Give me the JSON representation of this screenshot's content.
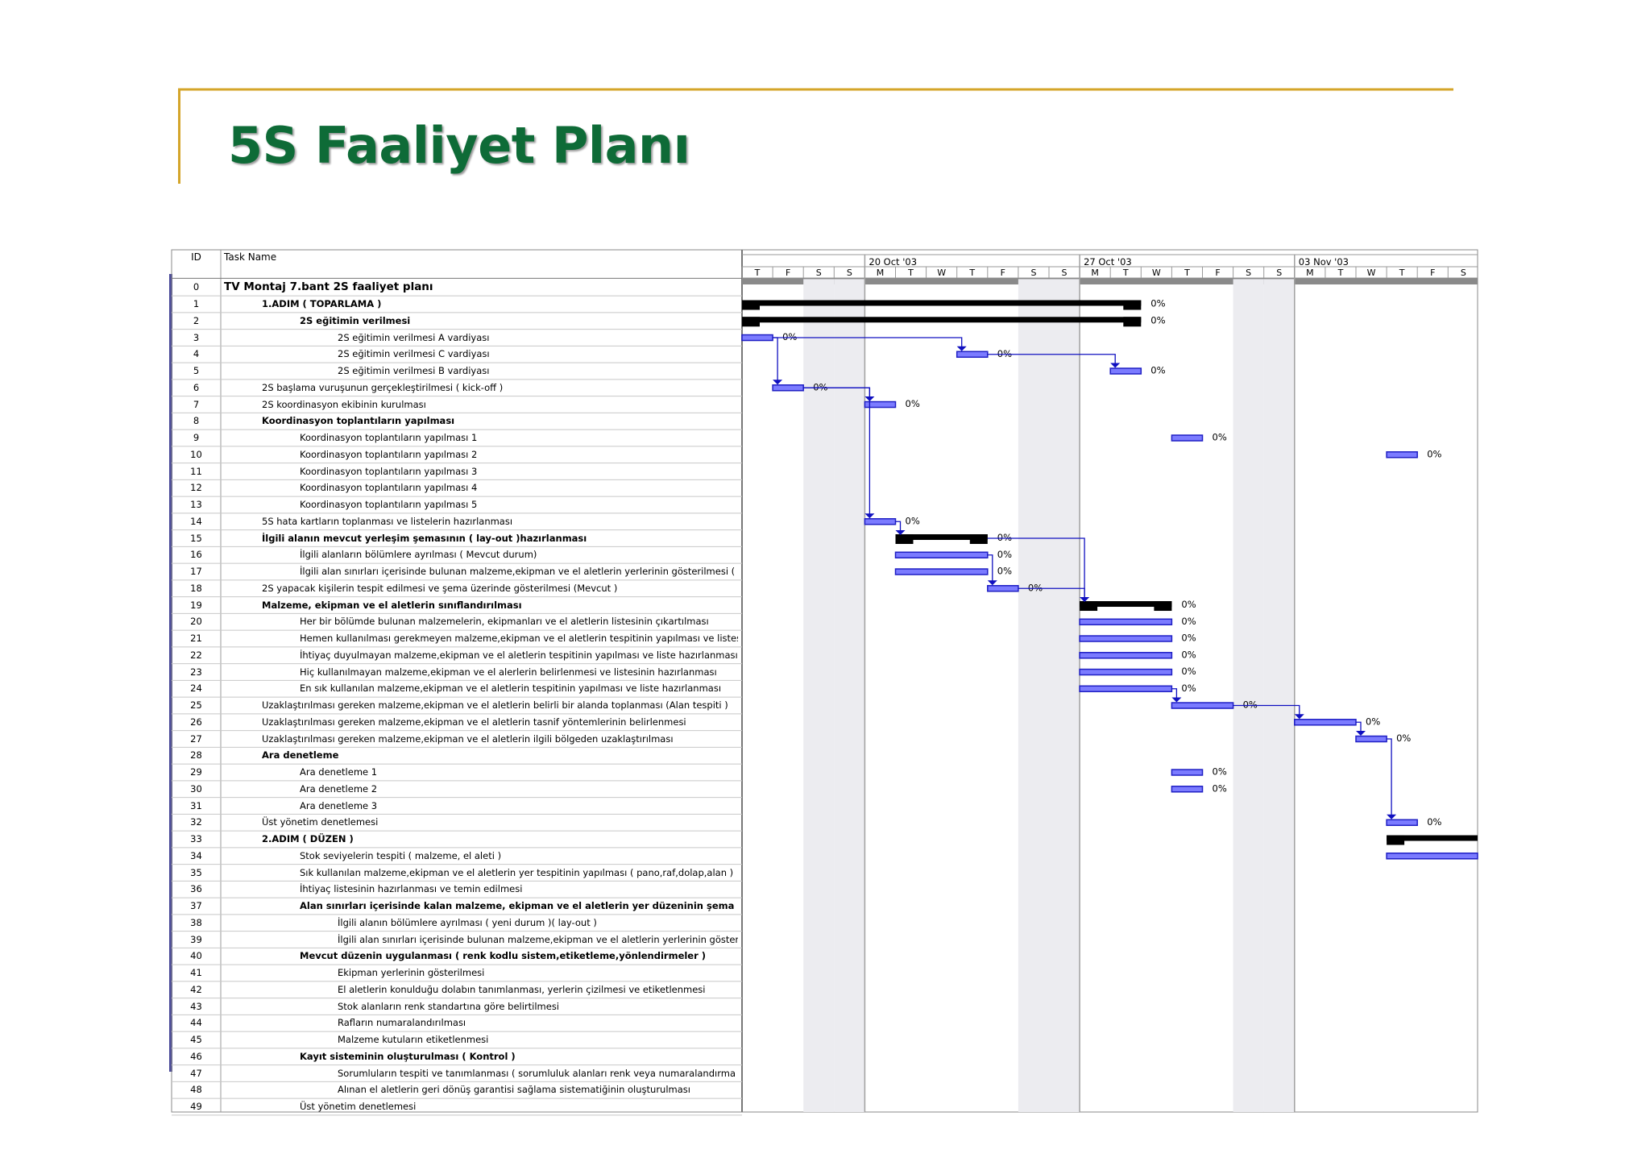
{
  "slide": {
    "title": "5S Faaliyet Planı"
  },
  "colors": {
    "title": "#0e6b37",
    "accent_rule": "#d4a52a",
    "task_bar": "#7b7bff",
    "task_bar_border": "#1f1fc4",
    "summary_bar": "#000000",
    "link": "#1010c0"
  },
  "table": {
    "id_header": "ID",
    "name_header": "Task Name"
  },
  "chart_data": {
    "type": "gantt",
    "timescale": {
      "weeks": [
        "20 Oct '03",
        "27 Oct '03",
        "03 Nov '03"
      ],
      "days": [
        "T",
        "F",
        "S",
        "S",
        "M",
        "T",
        "W",
        "T",
        "F",
        "S",
        "S",
        "M",
        "T",
        "W",
        "T",
        "F",
        "S",
        "S",
        "M",
        "T",
        "W",
        "T",
        "F",
        "S"
      ],
      "first_day": "2003-10-16",
      "nonworking_days": [
        "2003-10-18",
        "2003-10-19",
        "2003-10-25",
        "2003-10-26",
        "2003-11-01",
        "2003-11-02"
      ]
    },
    "tasks": [
      {
        "id": "0",
        "name": "TV Montaj 7.bant 2S faaliyet planı",
        "level": 0,
        "summary": true
      },
      {
        "id": "1",
        "name": "1.ADIM ( TOPARLAMA )",
        "level": 1,
        "summary": true,
        "start": "2003-10-16",
        "end": "2003-10-29",
        "pct": "0%"
      },
      {
        "id": "2",
        "name": "2S eğitimin verilmesi",
        "level": 2,
        "summary": true,
        "start": "2003-10-16",
        "end": "2003-10-29",
        "pct": "0%"
      },
      {
        "id": "3",
        "name": "2S eğitimin verilmesi A vardiyası",
        "level": 3,
        "start": "2003-10-16",
        "end": "2003-10-17",
        "pct": "0%"
      },
      {
        "id": "4",
        "name": "2S eğitimin verilmesi C vardiyası",
        "level": 3,
        "start": "2003-10-23",
        "end": "2003-10-24",
        "pct": "0%"
      },
      {
        "id": "5",
        "name": "2S eğitimin verilmesi B vardiyası",
        "level": 3,
        "start": "2003-10-28",
        "end": "2003-10-29",
        "pct": "0%"
      },
      {
        "id": "6",
        "name": "2S başlama vuruşunun gerçekleştirilmesi ( kick-off )",
        "level": 1,
        "start": "2003-10-17",
        "end": "2003-10-18",
        "pct": "0%"
      },
      {
        "id": "7",
        "name": "2S koordinasyon ekibinin kurulması",
        "level": 1,
        "start": "2003-10-20",
        "end": "2003-10-21",
        "pct": "0%"
      },
      {
        "id": "8",
        "name": "Koordinasyon toplantıların yapılması",
        "level": 1,
        "summary": true
      },
      {
        "id": "9",
        "name": "Koordinasyon toplantıların yapılması 1",
        "level": 2,
        "start": "2003-10-30",
        "end": "2003-10-31",
        "pct": "0%"
      },
      {
        "id": "10",
        "name": "Koordinasyon toplantıların yapılması 2",
        "level": 2,
        "start": "2003-11-06",
        "end": "2003-11-07",
        "pct": "0%"
      },
      {
        "id": "11",
        "name": "Koordinasyon toplantıların yapılması 3",
        "level": 2
      },
      {
        "id": "12",
        "name": "Koordinasyon toplantıların yapılması 4",
        "level": 2
      },
      {
        "id": "13",
        "name": "Koordinasyon toplantıların yapılması 5",
        "level": 2
      },
      {
        "id": "14",
        "name": "5S hata kartların toplanması ve listelerin hazırlanması",
        "level": 1,
        "start": "2003-10-20",
        "end": "2003-10-21",
        "pct": "0%"
      },
      {
        "id": "15",
        "name": "İlgili alanın mevcut yerleşim şemasının ( lay-out )hazırlanması",
        "level": 1,
        "summary": true,
        "start": "2003-10-21",
        "end": "2003-10-24",
        "pct": "0%"
      },
      {
        "id": "16",
        "name": "İlgili alanların bölümlere ayrılması ( Mevcut durum)",
        "level": 2,
        "start": "2003-10-21",
        "end": "2003-10-24",
        "pct": "0%"
      },
      {
        "id": "17",
        "name": "İlgili alan sınırları içerisinde bulunan malzeme,ekipman ve el aletlerin yerlerinin gösterilmesi ( Me",
        "level": 2,
        "start": "2003-10-21",
        "end": "2003-10-24",
        "pct": "0%"
      },
      {
        "id": "18",
        "name": "2S yapacak kişilerin tespit edilmesi ve şema üzerinde gösterilmesi (Mevcut )",
        "level": 1,
        "start": "2003-10-24",
        "end": "2003-10-25",
        "pct": "0%"
      },
      {
        "id": "19",
        "name": "Malzeme, ekipman ve el aletlerin sınıflandırılması",
        "level": 1,
        "summary": true,
        "start": "2003-10-27",
        "end": "2003-10-30",
        "pct": "0%"
      },
      {
        "id": "20",
        "name": "Her bir bölümde bulunan malzemelerin, ekipmanları ve el aletlerin listesinin çıkartılması",
        "level": 2,
        "start": "2003-10-27",
        "end": "2003-10-30",
        "pct": "0%"
      },
      {
        "id": "21",
        "name": "Hemen kullanılması gerekmeyen malzeme,ekipman ve el aletlerin tespitinin yapılması ve listesir",
        "level": 2,
        "start": "2003-10-27",
        "end": "2003-10-30",
        "pct": "0%"
      },
      {
        "id": "22",
        "name": "İhtiyaç duyulmayan malzeme,ekipman ve el aletlerin tespitinin yapılması ve liste hazırlanması",
        "level": 2,
        "start": "2003-10-27",
        "end": "2003-10-30",
        "pct": "0%"
      },
      {
        "id": "23",
        "name": "Hiç kullanılmayan malzeme,ekipman ve el alerlerin belirlenmesi ve listesinin hazırlanması",
        "level": 2,
        "start": "2003-10-27",
        "end": "2003-10-30",
        "pct": "0%"
      },
      {
        "id": "24",
        "name": "En sık kullanılan malzeme,ekipman ve el aletlerin tespitinin yapılması ve liste hazırlanması",
        "level": 2,
        "start": "2003-10-27",
        "end": "2003-10-30",
        "pct": "0%"
      },
      {
        "id": "25",
        "name": "Uzaklaştırılması gereken malzeme,ekipman ve el aletlerin belirli bir alanda toplanması (Alan tespiti )",
        "level": 1,
        "start": "2003-10-30",
        "end": "2003-11-01",
        "pct": "0%"
      },
      {
        "id": "26",
        "name": "Uzaklaştırılması gereken malzeme,ekipman ve el aletlerin tasnif yöntemlerinin belirlenmesi",
        "level": 1,
        "start": "2003-11-03",
        "end": "2003-11-05",
        "pct": "0%"
      },
      {
        "id": "27",
        "name": "Uzaklaştırılması gereken malzeme,ekipman ve el aletlerin ilgili bölgeden uzaklaştırılması",
        "level": 1,
        "start": "2003-11-05",
        "end": "2003-11-06",
        "pct": "0%"
      },
      {
        "id": "28",
        "name": "Ara denetleme",
        "level": 1,
        "summary": true
      },
      {
        "id": "29",
        "name": "Ara denetleme 1",
        "level": 2,
        "start": "2003-10-30",
        "end": "2003-10-31",
        "pct": "0%"
      },
      {
        "id": "30",
        "name": "Ara denetleme 2",
        "level": 2,
        "start": "2003-10-30",
        "end": "2003-10-31",
        "pct": "0%"
      },
      {
        "id": "31",
        "name": "Ara denetleme 3",
        "level": 2
      },
      {
        "id": "32",
        "name": "Üst yönetim denetlemesi",
        "level": 1,
        "start": "2003-11-06",
        "end": "2003-11-07",
        "pct": "0%"
      },
      {
        "id": "33",
        "name": "2.ADIM ( DÜZEN )",
        "level": 1,
        "summary": true,
        "start": "2003-11-06",
        "end": "2003-11-09"
      },
      {
        "id": "34",
        "name": "Stok seviyelerin tespiti ( malzeme, el aleti )",
        "level": 2,
        "start": "2003-11-06",
        "end": "2003-11-09"
      },
      {
        "id": "35",
        "name": "Sık kullanılan malzeme,ekipman ve el aletlerin  yer tespitinin yapılması ( pano,raf,dolap,alan )",
        "level": 2
      },
      {
        "id": "36",
        "name": "İhtiyaç listesinin hazırlanması ve temin edilmesi",
        "level": 2
      },
      {
        "id": "37",
        "name": "Alan sınırları içerisinde kalan malzeme, ekipman ve el aletlerin yer düzeninin şema üzerinc",
        "level": 2,
        "summary": true
      },
      {
        "id": "38",
        "name": "İlgili alanın bölümlere ayrılması ( yeni durum )( lay-out )",
        "level": 3
      },
      {
        "id": "39",
        "name": "İlgili alan sınırları içerisinde bulunan malzeme,ekipman ve el aletlerin yerlerinin gösterilr",
        "level": 3
      },
      {
        "id": "40",
        "name": "Mevcut düzenin uygulanması ( renk kodlu sistem,etiketleme,yönlendirmeler )",
        "level": 2,
        "summary": true
      },
      {
        "id": "41",
        "name": "Ekipman yerlerinin gösterilmesi",
        "level": 3
      },
      {
        "id": "42",
        "name": "El aletlerin konulduğu dolabın tanımlanması, yerlerin çizilmesi ve etiketlenmesi",
        "level": 3
      },
      {
        "id": "43",
        "name": "Stok alanların renk standartına göre belirtilmesi",
        "level": 3
      },
      {
        "id": "44",
        "name": "Rafların numaralandırılması",
        "level": 3
      },
      {
        "id": "45",
        "name": "Malzeme kutuların etiketlenmesi",
        "level": 3
      },
      {
        "id": "46",
        "name": "Kayıt sisteminin oluşturulması ( Kontrol )",
        "level": 2,
        "summary": true
      },
      {
        "id": "47",
        "name": "Sorumluların tespiti ve tanımlanması ( sorumluluk alanları renk veya numaralandırma ile",
        "level": 3
      },
      {
        "id": "48",
        "name": "Alınan el aletlerin geri dönüş garantisi sağlama sistematiğinin oluşturulması",
        "level": 3
      },
      {
        "id": "49",
        "name": "Üst yönetim denetlemesi",
        "level": 2
      }
    ],
    "links": [
      [
        "3",
        "6"
      ],
      [
        "3",
        "4"
      ],
      [
        "4",
        "5"
      ],
      [
        "6",
        "7"
      ],
      [
        "6",
        "14"
      ],
      [
        "14",
        "15"
      ],
      [
        "16",
        "18"
      ],
      [
        "15",
        "19"
      ],
      [
        "18",
        "19"
      ],
      [
        "24",
        "25"
      ],
      [
        "25",
        "26"
      ],
      [
        "26",
        "27"
      ],
      [
        "27",
        "32"
      ]
    ]
  }
}
